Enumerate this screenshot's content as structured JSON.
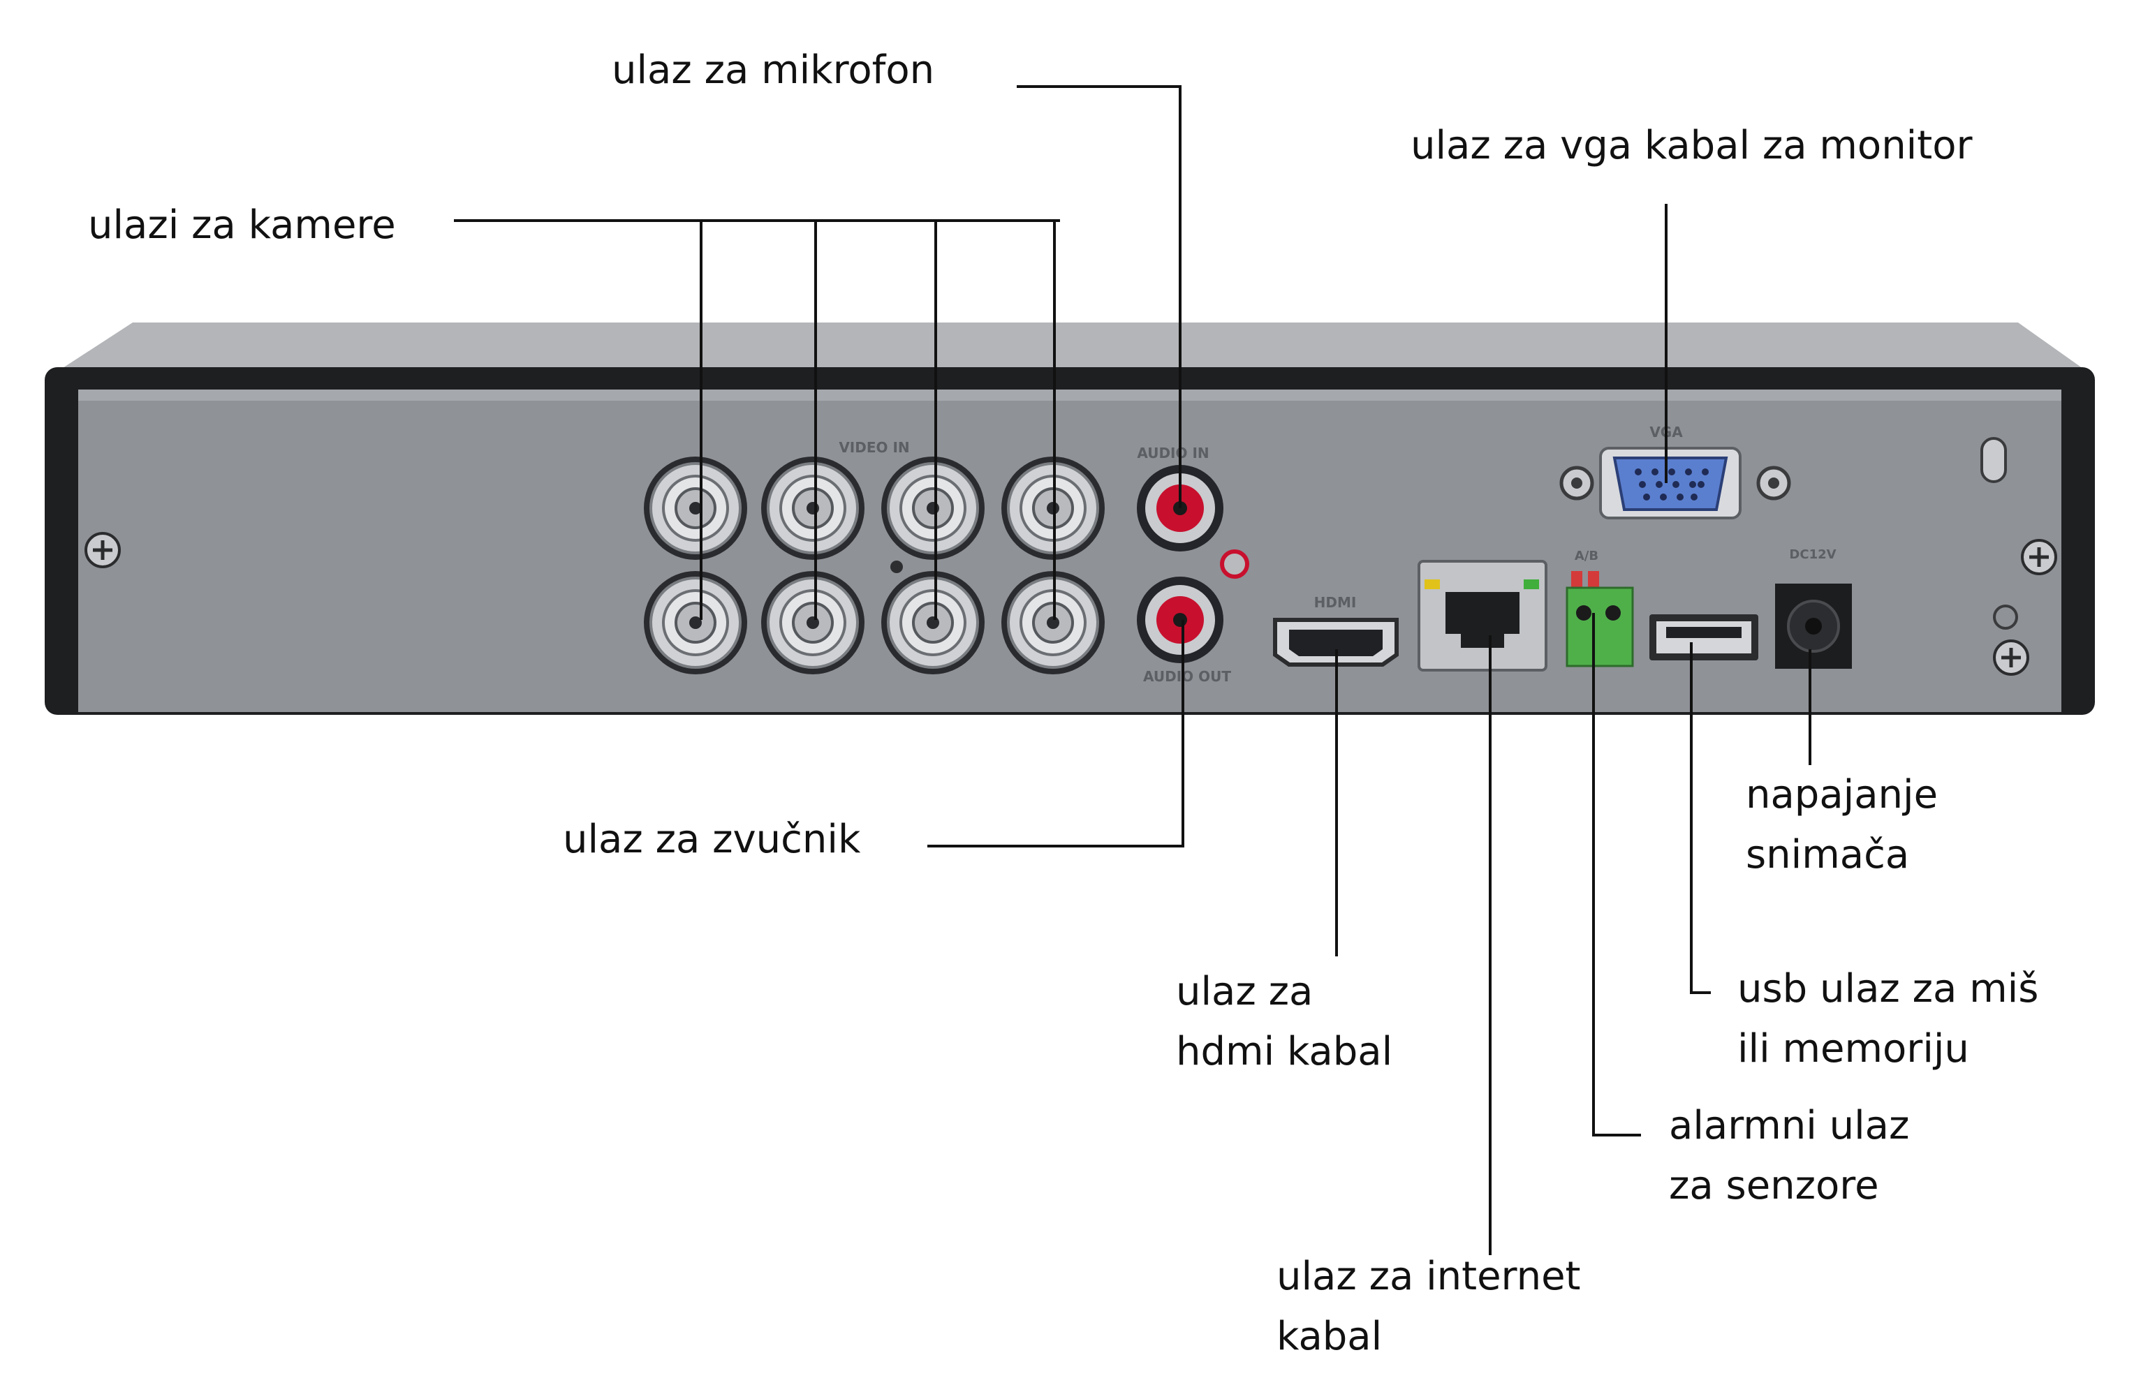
{
  "colors": {
    "background": "#ffffff",
    "leader_line": "#111111",
    "panel": "#8f9297",
    "chassis_top": "#b3b5b8",
    "chassis_frame": "#1e1f21",
    "rca_red": "#c8102e",
    "vga_blue": "#5b7fcf",
    "alarm_green": "#4fb04a",
    "alarm_red": "#d43a3a",
    "led_green": "#3fae3a",
    "led_yellow": "#e0c21a"
  },
  "panel_markings": {
    "video_in": "VIDEO IN",
    "audio_in": "AUDIO IN",
    "audio_out": "AUDIO OUT",
    "vga": "VGA",
    "hdmi": "HDMI",
    "alarm": "A/B",
    "power": "DC12V"
  },
  "labels": {
    "microphone": [
      "ulaz za mikrofon"
    ],
    "cameras": [
      "ulazi za kamere"
    ],
    "vga": [
      "ulaz za vga kabal za monitor"
    ],
    "speaker": [
      "ulaz za zvučnik"
    ],
    "power": [
      "napajanje",
      "snimača"
    ],
    "hdmi": [
      "ulaz za",
      "hdmi kabal"
    ],
    "usb": [
      "usb ulaz za miš",
      "ili memoriju"
    ],
    "alarm": [
      "alarmni ulaz",
      "za senzore"
    ],
    "internet": [
      "ulaz za internet",
      "kabal"
    ]
  },
  "icons": {
    "bnc": "bnc-connector-icon",
    "rca": "rca-jack-icon",
    "vga": "vga-port-icon",
    "hdmi": "hdmi-port-icon",
    "rj45": "rj45-port-icon",
    "alarm": "alarm-terminal-icon",
    "usb": "usb-port-icon",
    "power": "dc-power-jack-icon",
    "screw": "screw-icon"
  }
}
